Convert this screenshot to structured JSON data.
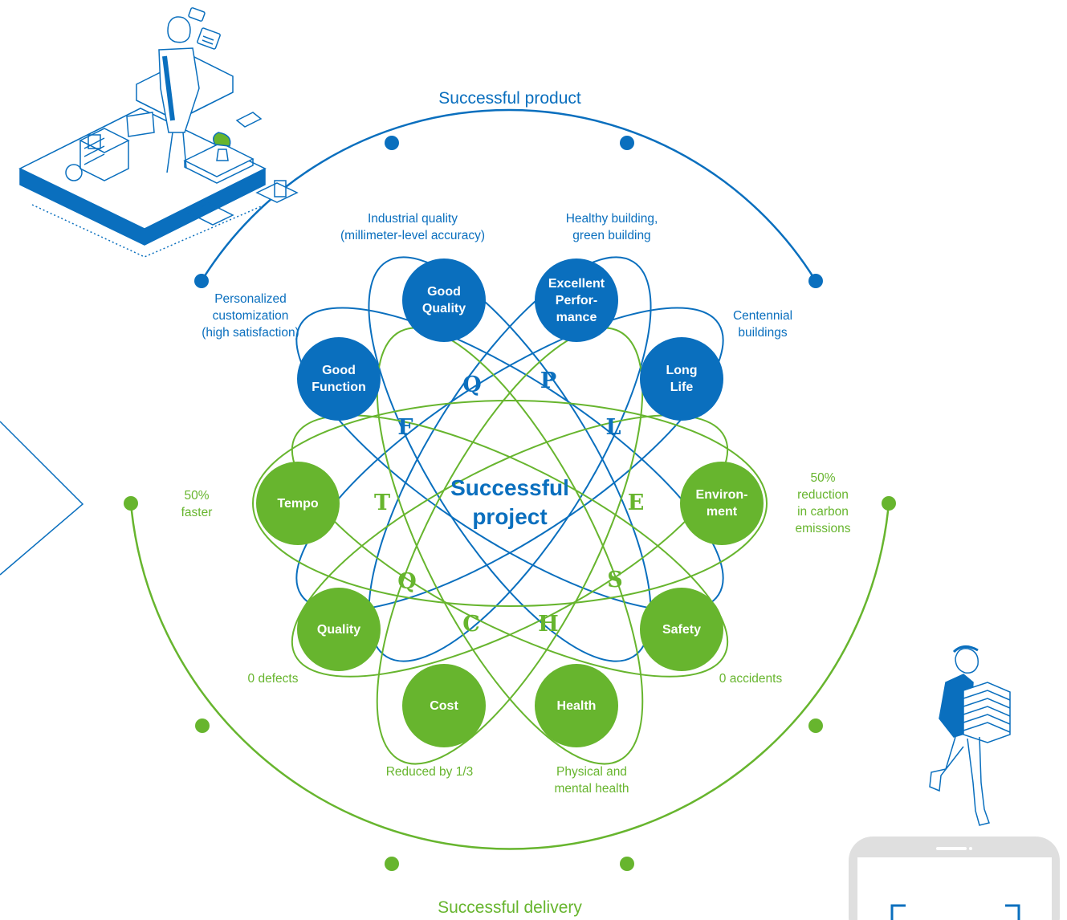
{
  "colors": {
    "blue": "#0a6fbe",
    "green": "#67b52e",
    "gray": "#dfdfdf"
  },
  "center": {
    "title": "Successful\nproject"
  },
  "arcs": {
    "top_label": "Successful product",
    "bottom_label": "Successful delivery"
  },
  "product_nodes": [
    {
      "label": "Good\nQuality",
      "letter": "Q",
      "note": "Industrial quality\n(millimeter-level accuracy)"
    },
    {
      "label": "Excellent\nPerfor-\nmance",
      "letter": "P",
      "note": "Healthy building,\ngreen building"
    },
    {
      "label": "Good\nFunction",
      "letter": "F",
      "note": "Personalized\ncustomization\n(high satisfaction)"
    },
    {
      "label": "Long\nLife",
      "letter": "L",
      "note": "Centennial\nbuildings"
    }
  ],
  "delivery_nodes": [
    {
      "label": "Tempo",
      "letter": "T",
      "note": "50%\nfaster"
    },
    {
      "label": "Environ-\nment",
      "letter": "E",
      "note": "50%\nreduction\nin carbon\nemissions"
    },
    {
      "label": "Quality",
      "letter": "Q",
      "note": "0 defects"
    },
    {
      "label": "Safety",
      "letter": "S",
      "note": "0 accidents"
    },
    {
      "label": "Cost",
      "letter": "C",
      "note": "Reduced by 1/3"
    },
    {
      "label": "Health",
      "letter": "H",
      "note": "Physical and\nmental health"
    }
  ],
  "illustrations": {
    "top_left": "office-worker-illustration",
    "bottom_right": "runner-with-documents-illustration",
    "phone": "phone-frame-illustration"
  }
}
